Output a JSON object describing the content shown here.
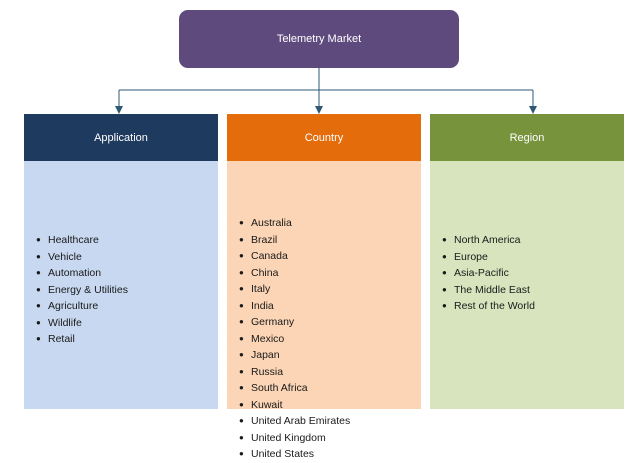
{
  "root": {
    "label": "Telemetry Market"
  },
  "colors": {
    "root_fill": "#5f4a7e",
    "connector": "#2f5875",
    "application_header": "#1f3a5f",
    "application_body": "#c7d8f0",
    "country_header": "#e46c0a",
    "country_body": "#fbd5b5",
    "region_header": "#77933c",
    "region_body": "#d7e4bd"
  },
  "columns": {
    "application": {
      "title": "Application",
      "items": [
        "Healthcare",
        "Vehicle",
        "Automation",
        "Energy & Utilities",
        "Agriculture",
        "Wildlife",
        "Retail"
      ]
    },
    "country": {
      "title": "Country",
      "items": [
        "Australia",
        "Brazil",
        "Canada",
        "China",
        "Italy",
        "India",
        "Germany",
        "Mexico",
        "Japan",
        "Russia",
        "South Africa",
        "Kuwait",
        "United Arab Emirates",
        "United Kingdom",
        "United States"
      ]
    },
    "region": {
      "title": "Region",
      "items": [
        "North America",
        "Europe",
        "Asia-Pacific",
        "The Middle East",
        "Rest of the World"
      ]
    }
  }
}
